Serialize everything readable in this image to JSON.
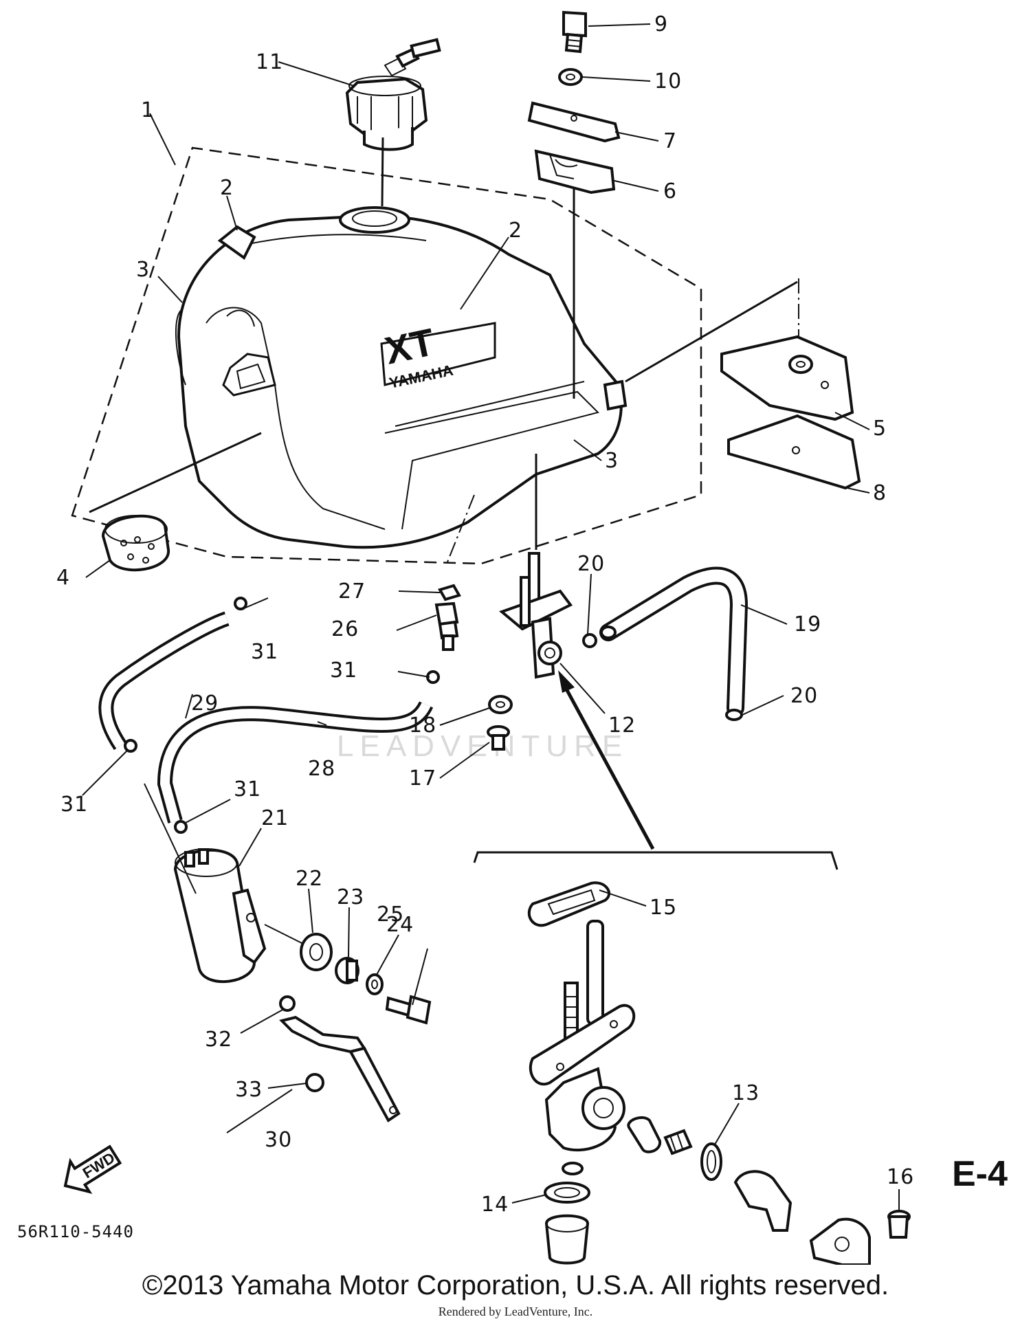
{
  "diagram": {
    "section_id": "E-4",
    "drawing_number": "56R110-5440",
    "fwd_label": "FWD",
    "tank_brand": {
      "model": "XT",
      "make": "YAMAHA"
    },
    "watermark": "LEADVENTURE",
    "callouts": [
      "1",
      "2",
      "2",
      "3",
      "3",
      "4",
      "5",
      "6",
      "7",
      "8",
      "9",
      "10",
      "11",
      "12",
      "13",
      "14",
      "15",
      "16",
      "17",
      "18",
      "19",
      "20",
      "20",
      "21",
      "22",
      "23",
      "24",
      "25",
      "26",
      "27",
      "28",
      "29",
      "30",
      "31",
      "31",
      "31",
      "31",
      "32",
      "33"
    ]
  },
  "footer": {
    "copyright": "©2013 Yamaha Motor Corporation, U.S.A. All rights reserved.",
    "rendered_by": "Rendered by LeadVenture, Inc."
  }
}
